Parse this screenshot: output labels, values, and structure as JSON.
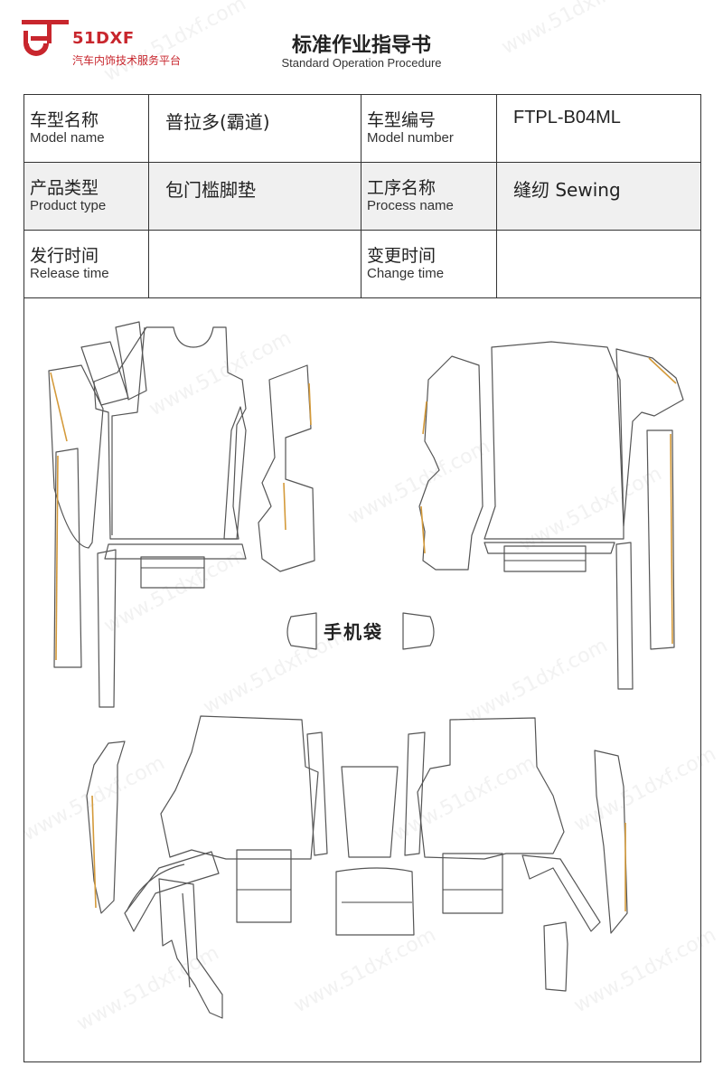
{
  "brand": {
    "name": "51DXF",
    "tagline": "汽车内饰技术服务平台",
    "color": "#c8262d"
  },
  "document": {
    "title": "标准作业指导书",
    "subtitle": "Standard Operation Procedure"
  },
  "info": {
    "model_name_zh": "车型名称",
    "model_name_en": "Model name",
    "model_name_value": "普拉多(霸道)",
    "model_number_zh": "车型编号",
    "model_number_en": "Model number",
    "model_number_value": "FTPL-B04ML",
    "product_type_zh": "产品类型",
    "product_type_en": "Product type",
    "product_type_value": "包门槛脚垫",
    "process_name_zh": "工序名称",
    "process_name_en": "Process name",
    "process_name_value": "缝纫 Sewing",
    "release_time_zh": "发行时间",
    "release_time_en": "Release time",
    "release_time_value": "",
    "change_time_zh": "变更时间",
    "change_time_en": "Change time",
    "change_time_value": ""
  },
  "drawing": {
    "pocket_label": "手机袋",
    "outline_color": "#555555",
    "seam_color": "#d49a3a"
  }
}
